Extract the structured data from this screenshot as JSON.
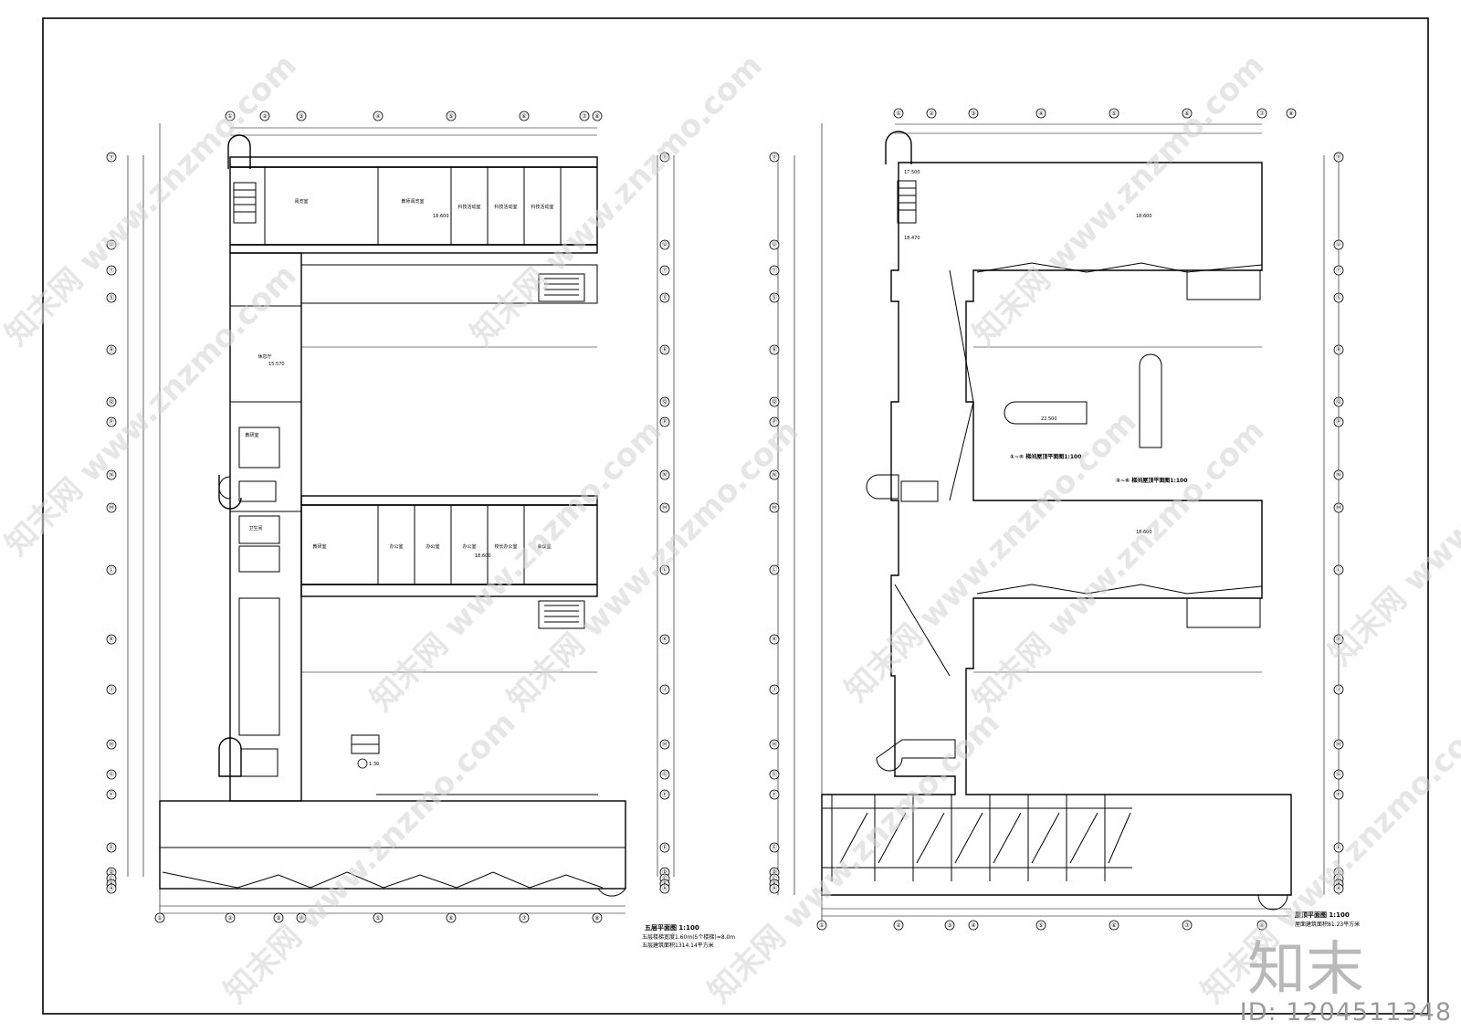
{
  "left_plan": {
    "title": "五层平面图 1:100",
    "note1": "五层楼梯宽度1.60m(5个楼梯)=8.0m",
    "note2": "五层建筑面积1314.14平方米",
    "rooms": [
      "阅览室",
      "教师阅览室",
      "科技活动室",
      "科技活动室",
      "科技活动室",
      "休息厅",
      "教研室",
      "教研室",
      "办公室",
      "办公室",
      "办公室",
      "校长办公室",
      "会议室",
      "卫生间"
    ],
    "elevations": [
      "18.600",
      "18.600",
      "15.570"
    ],
    "detail_label": "1:30",
    "col_bubbles_top": [
      "①",
      "②",
      "③",
      "④",
      "⑤",
      "⑥",
      "⑦",
      "⑧"
    ],
    "row_bubbles": [
      "Ⓥ",
      "Ⓤ",
      "Ⓣ",
      "Ⓢ",
      "Ⓡ",
      "Ⓠ",
      "Ⓟ",
      "Ⓝ",
      "Ⓜ",
      "Ⓛ",
      "Ⓚ",
      "Ⓙ",
      "Ⓗ",
      "Ⓖ",
      "Ⓕ",
      "Ⓔ",
      "Ⓓ",
      "Ⓒ",
      "Ⓑ",
      "Ⓐ"
    ]
  },
  "right_plan": {
    "title": "屋顶平面图 1:100",
    "note1": "屋面建筑面积81.23平方米",
    "sub_title1": "①~⑤ 梯间屋顶平面图1:100",
    "sub_title2": "②~⑥ 梯间屋顶平面图1:100",
    "elevations": [
      "18.600",
      "18.600",
      "17.500",
      "18.470",
      "22.500"
    ],
    "col_bubbles": [
      "①",
      "②",
      "③",
      "④",
      "⑤",
      "⑥",
      "⑦",
      "⑧"
    ]
  },
  "watermark": {
    "text": "知末网 www.znzmo.com",
    "logo": "知末",
    "id": "ID: 1204511348"
  },
  "colors": {
    "line": "#000000",
    "watermark": "#d2d2d2",
    "paper": "#ffffff"
  }
}
